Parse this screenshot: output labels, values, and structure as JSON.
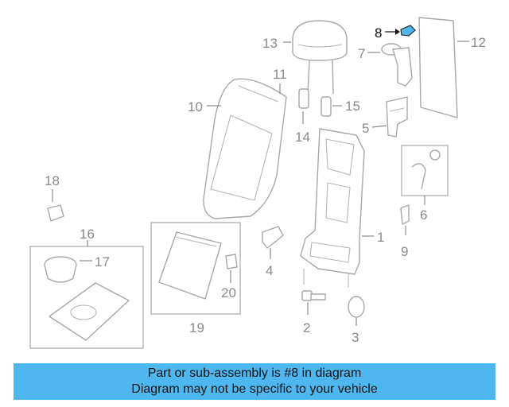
{
  "diagram": {
    "highlight_color": "#4fb7f0",
    "callouts": [
      "1",
      "2",
      "3",
      "4",
      "5",
      "6",
      "7",
      "8",
      "9",
      "10",
      "11",
      "12",
      "13",
      "14",
      "15",
      "16",
      "17",
      "18",
      "19",
      "20"
    ],
    "highlighted_part": "8"
  },
  "banner": {
    "line1": "Part or sub-assembly is #8 in diagram",
    "line2": "Diagram may not be specific to your vehicle",
    "color": "#4fb7f0"
  }
}
